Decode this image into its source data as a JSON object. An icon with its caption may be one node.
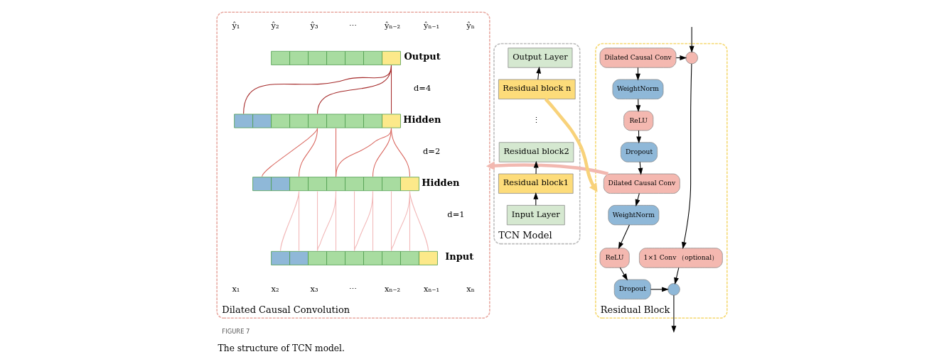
{
  "diagram": {
    "caption": "The structure of TCN model.",
    "nodes": [
      {
        "text": [
          "Dilated Causal Convolution"
        ]
      },
      {
        "text": [],
        "shape": "bar",
        "in": 0,
        "beside": [
          "Output"
        ]
      },
      {
        "text": [],
        "shape": "bar",
        "in": 0,
        "beside": [
          "Hidden"
        ]
      },
      {
        "text": [],
        "shape": "bar",
        "in": 0,
        "beside": [
          "Hidden"
        ]
      },
      {
        "text": [],
        "shape": "bar",
        "in": 0,
        "beside": [
          "Input"
        ]
      },
      {
        "text": [
          "Residual Block"
        ]
      },
      {
        "text": [
          "Dilated Causal Conv"
        ],
        "in": 5
      },
      {
        "text": [
          "WeightNorm"
        ],
        "in": 5
      },
      {
        "text": [
          "ReLU"
        ],
        "in": 5
      },
      {
        "text": [
          "Dropout"
        ],
        "in": 5
      },
      {
        "text": [
          "Dilated Causal Conv"
        ],
        "in": 5
      },
      {
        "text": [
          "WeightNorm"
        ],
        "in": 5
      },
      {
        "text": [
          "ReLU"
        ],
        "in": 5
      },
      {
        "text": [
          "Dropout"
        ],
        "in": 5
      },
      {
        "text": [],
        "shape": "circle",
        "in": 5
      },
      {
        "text": [
          "1×1 Conv （optional）"
        ],
        "in": 5
      },
      {
        "text": [],
        "shape": "circle",
        "in": 5
      },
      {
        "text": [
          "TCN Model"
        ]
      },
      {
        "text": [
          "Output Layer"
        ],
        "in": 17
      },
      {
        "text": [
          "Residual block n"
        ],
        "in": 17
      },
      {
        "text": [
          "Residual block2"
        ],
        "in": 17
      },
      {
        "text": [
          "Residual block1"
        ],
        "in": 17
      },
      {
        "text": [
          "Input Layer"
        ],
        "in": 17
      }
    ],
    "edges": [
      {
        "from": 1,
        "to": 2,
        "arrow": "none",
        "color": "#a52a2a"
      },
      {
        "from": 1,
        "to": 2,
        "arrow": "none",
        "color": "#a52a2a"
      },
      {
        "from": 1,
        "to": 2,
        "arrow": "none",
        "color": "#a52a2a"
      },
      {
        "from": 2,
        "to": 3,
        "arrow": "none",
        "color": "#d9665e"
      },
      {
        "from": 2,
        "to": 3,
        "arrow": "none",
        "color": "#d9665e"
      },
      {
        "from": 2,
        "to": 3,
        "arrow": "none",
        "color": "#d9665e"
      },
      {
        "from": 2,
        "to": 3,
        "arrow": "none",
        "color": "#d9665e"
      },
      {
        "from": 2,
        "to": 3,
        "arrow": "none",
        "color": "#d9665e"
      },
      {
        "from": 2,
        "to": 3,
        "arrow": "none",
        "color": "#d9665e"
      },
      {
        "from": 3,
        "to": 4,
        "arrow": "none",
        "color": "#f2b8b8"
      },
      {
        "from": 3,
        "to": 4,
        "arrow": "none",
        "color": "#f2b8b8"
      },
      {
        "from": 3,
        "to": 4,
        "arrow": "none",
        "color": "#f2b8b8"
      },
      {
        "from": 3,
        "to": 4,
        "arrow": "none",
        "color": "#f2b8b8"
      },
      {
        "from": 3,
        "to": 4,
        "arrow": "none",
        "color": "#f2b8b8"
      },
      {
        "from": 3,
        "to": 4,
        "arrow": "none",
        "color": "#f2b8b8"
      },
      {
        "from": 3,
        "to": 4,
        "arrow": "none",
        "color": "#f2b8b8"
      },
      {
        "from": 3,
        "to": 4,
        "arrow": "none",
        "color": "#f2b8b8"
      },
      {
        "from": 3,
        "to": 4,
        "arrow": "none",
        "color": "#f2b8b8"
      },
      {
        "from": 3,
        "to": 4,
        "arrow": "none",
        "color": "#f2b8b8"
      },
      {
        "from": 3,
        "to": 4,
        "arrow": "none",
        "color": "#f2b8b8"
      },
      {
        "from": 3,
        "to": 4,
        "arrow": "none",
        "color": "#f2b8b8"
      },
      {
        "from": null,
        "to": 14,
        "arrow": "to"
      },
      {
        "from": 6,
        "to": 14,
        "arrow": "to"
      },
      {
        "from": 6,
        "to": 7,
        "arrow": "to"
      },
      {
        "from": 7,
        "to": 8,
        "arrow": "to"
      },
      {
        "from": 8,
        "to": 9,
        "arrow": "to"
      },
      {
        "from": 9,
        "to": 10,
        "arrow": "to"
      },
      {
        "from": 10,
        "to": 11,
        "arrow": "to"
      },
      {
        "from": 11,
        "to": 12,
        "arrow": "to"
      },
      {
        "from": 12,
        "to": 13,
        "arrow": "to"
      },
      {
        "from": 14,
        "to": 15,
        "arrow": "to"
      },
      {
        "from": 15,
        "to": 16,
        "arrow": "to"
      },
      {
        "from": 13,
        "to": 16,
        "arrow": "to"
      },
      {
        "from": 16,
        "to": null,
        "arrow": "to"
      },
      {
        "from": 10,
        "to": 0,
        "arrow": "to",
        "style": "thick",
        "color": "#f2b8b0"
      },
      {
        "from": 19,
        "to": 5,
        "arrow": "to",
        "style": "thick",
        "color": "#f8d27a"
      },
      {
        "from": 22,
        "to": 21,
        "arrow": "to"
      },
      {
        "from": 21,
        "to": 20,
        "arrow": "to"
      },
      {
        "from": 19,
        "to": 18,
        "arrow": "to"
      }
    ],
    "labels": [
      "ŷ₁",
      "ŷ₂",
      "ŷ₃",
      "⋯",
      "ŷₙ₋₂",
      "ŷₙ₋₁",
      "ŷₙ",
      "d=4",
      "d=2",
      "d=1",
      "x₁",
      "x₂",
      "x₃",
      "⋯",
      "xₙ₋₂",
      "xₙ₋₁",
      "xₙ",
      "⋮",
      "FIGURE 7"
    ]
  }
}
